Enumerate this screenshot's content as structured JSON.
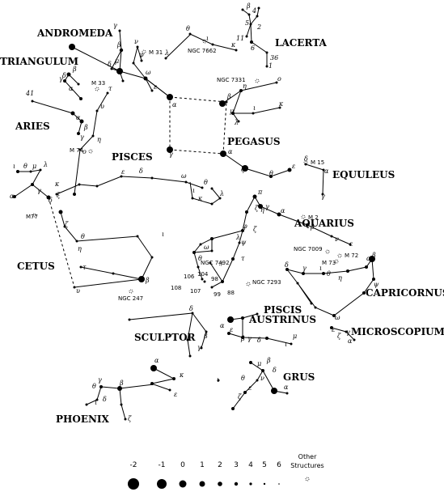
{
  "constellation_names": [
    {
      "id": "andromeda",
      "text": "ANDROMEDA"
    },
    {
      "id": "triangulum",
      "text": "TRIANGULUM"
    },
    {
      "id": "lacerta",
      "text": "LACERTA"
    },
    {
      "id": "aries",
      "text": "ARIES"
    },
    {
      "id": "pisces",
      "text": "PISCES"
    },
    {
      "id": "pegasus",
      "text": "PEGASUS"
    },
    {
      "id": "equuleus",
      "text": "EQUULEUS"
    },
    {
      "id": "aquarius",
      "text": "AQUARIUS"
    },
    {
      "id": "cetus",
      "text": "CETUS"
    },
    {
      "id": "capricornus",
      "text": "CAPRICORNUS"
    },
    {
      "id": "piscis",
      "text": "PISCIS"
    },
    {
      "id": "austrinus",
      "text": "AUSTRINUS"
    },
    {
      "id": "sculptor",
      "text": "SCULPTOR"
    },
    {
      "id": "microscopium",
      "text": "MICROSCOPIUM"
    },
    {
      "id": "grus",
      "text": "GRUS"
    },
    {
      "id": "phoenix",
      "text": "PHOENIX"
    }
  ],
  "objects": [
    {
      "id": "m31",
      "text": "M 31"
    },
    {
      "id": "ngc7662",
      "text": "NGC 7662"
    },
    {
      "id": "m33",
      "text": "M 33"
    },
    {
      "id": "ngc7331",
      "text": "NGC 7331"
    },
    {
      "id": "m74",
      "text": "M 74"
    },
    {
      "id": "m15",
      "text": "M 15"
    },
    {
      "id": "m77",
      "text": "M77"
    },
    {
      "id": "m2",
      "text": "M 2"
    },
    {
      "id": "ngc7009",
      "text": "NGC 7009"
    },
    {
      "id": "m72",
      "text": "M 72"
    },
    {
      "id": "m73",
      "text": "M 73"
    },
    {
      "id": "ngc7492",
      "text": "NGC 7492"
    },
    {
      "id": "ngc7293",
      "text": "NGC 7293"
    },
    {
      "id": "ngc247",
      "text": "NGC 247"
    }
  ],
  "legend": {
    "magnitudes": [
      "-2",
      "-1",
      "0",
      "1",
      "2",
      "3",
      "4",
      "5",
      "6"
    ],
    "other_label_line1": "Other",
    "other_label_line2": "Structures"
  }
}
